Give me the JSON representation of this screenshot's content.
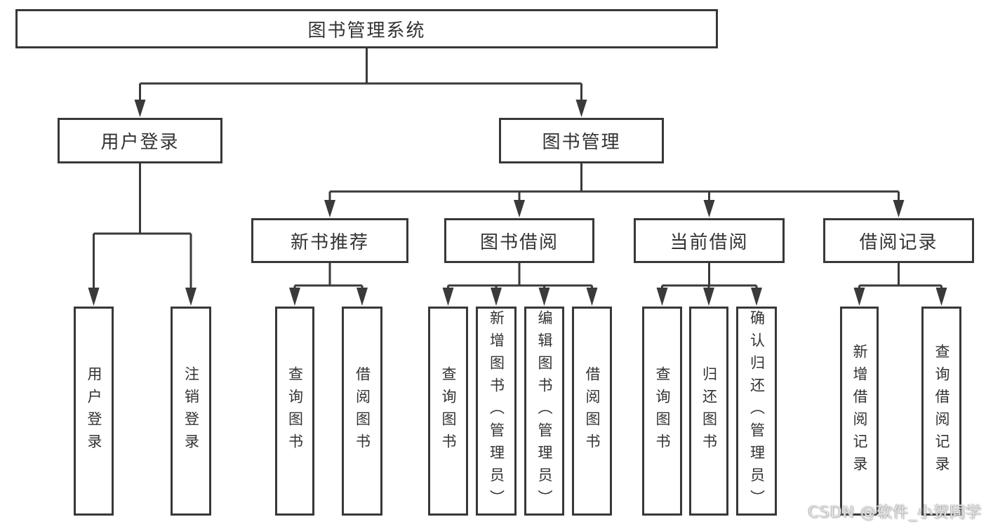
{
  "diagram_title": "图书管理系统",
  "tree": {
    "root": "图书管理系统",
    "level2": {
      "user_login": "用户登录",
      "book_mgmt": "图书管理"
    },
    "level3": {
      "new_books": "新书推荐",
      "borrow": "图书借阅",
      "current": "当前借阅",
      "records": "借阅记录"
    },
    "leaves": {
      "user_login": "用户登录",
      "logout": "注销登录",
      "nb_query": "查询图书",
      "nb_borrow": "借阅图书",
      "bb_query": "查询图书",
      "bb_add": "新增图书（管理员）",
      "bb_edit": "编辑图书（管理员）",
      "bb_borrow": "借阅图书",
      "cb_query": "查询图书",
      "cb_return": "归还图书",
      "cb_confirm": "确认归还（管理员）",
      "br_add": "新增借阅记录",
      "br_query": "查询借阅记录"
    }
  },
  "watermark": "CSDN @软件_小贺同学",
  "colors": {
    "line": "#3a3a3a",
    "box_border": "#383838",
    "text": "#333333",
    "background": "#ffffff",
    "watermark": "#e3e3e3"
  }
}
